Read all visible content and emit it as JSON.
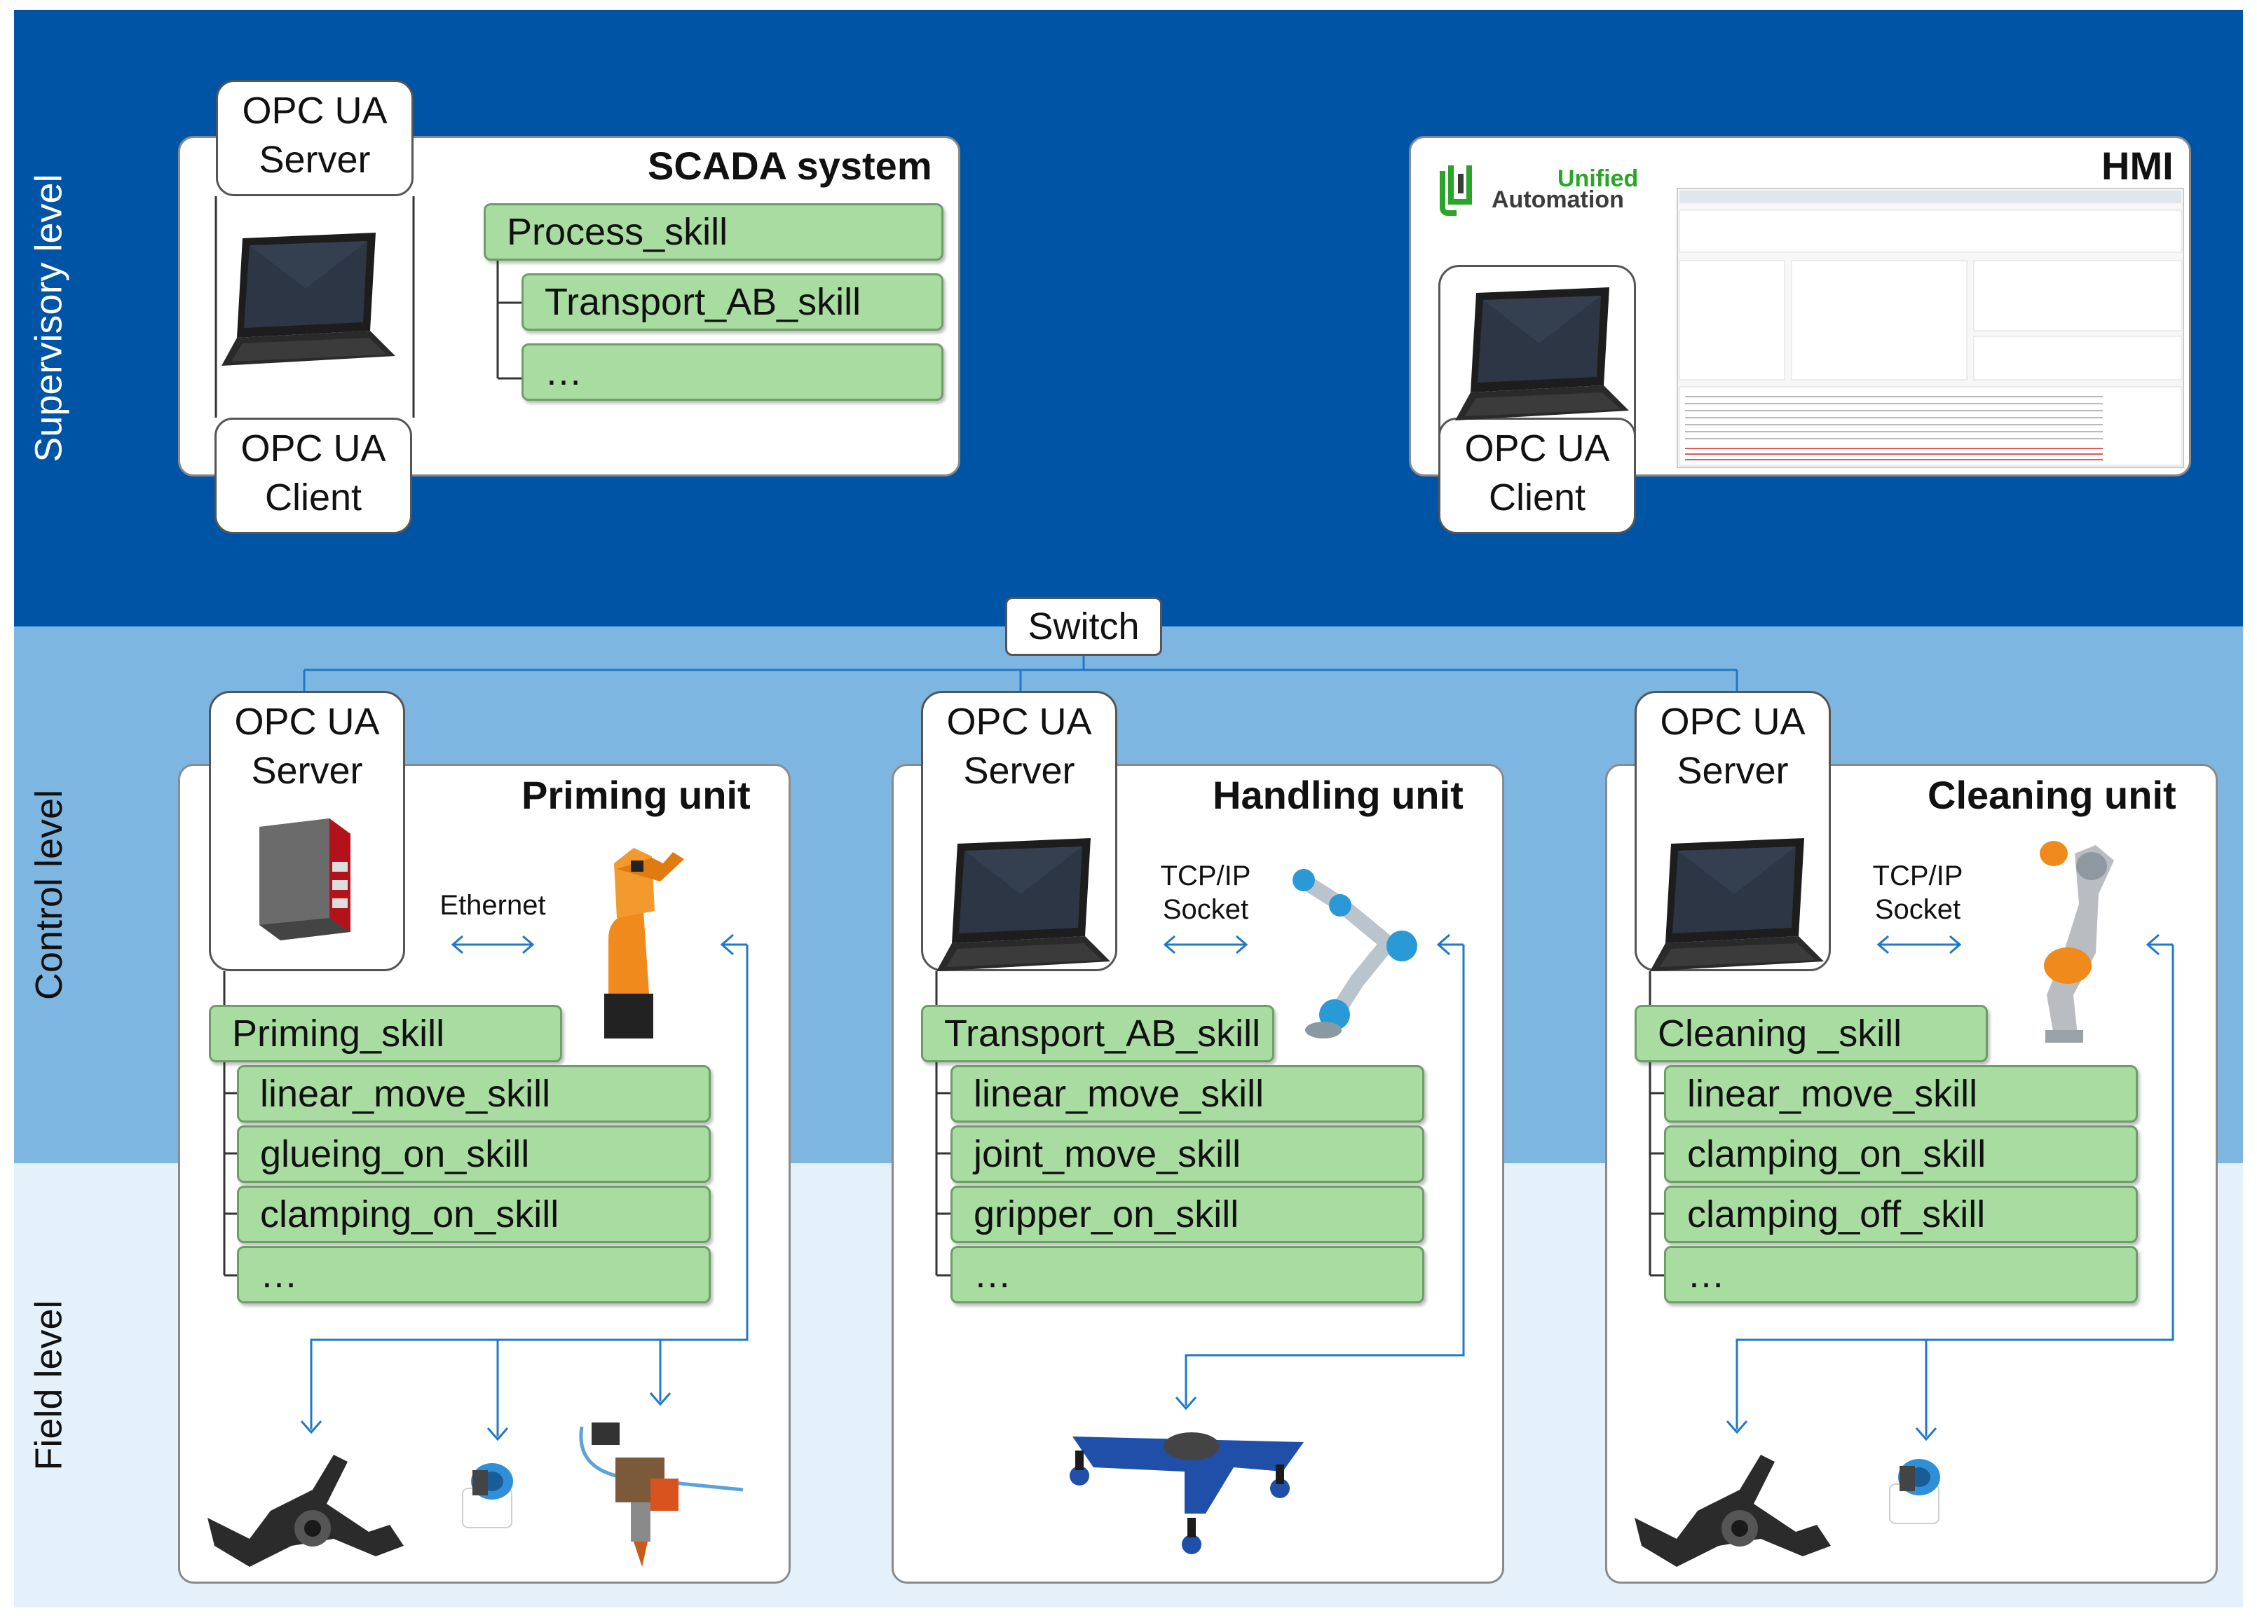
{
  "levels": {
    "supervisory": "Supervisory level",
    "control": "Control level",
    "field": "Field level"
  },
  "switch_label": "Switch",
  "scada": {
    "title": "SCADA system",
    "server_tab": [
      "OPC UA",
      "Server"
    ],
    "client_tab": [
      "OPC UA",
      "Client"
    ],
    "skills": [
      "Process_skill",
      "Transport_AB_skill",
      "…"
    ]
  },
  "hmi": {
    "title": "HMI",
    "logo_line1": "Unified",
    "logo_line2": "Automation",
    "client_tab": [
      "OPC UA",
      "Client"
    ]
  },
  "units": [
    {
      "title": "Priming unit",
      "server_tab": [
        "OPC UA",
        "Server"
      ],
      "protocol": [
        "Ethernet"
      ],
      "main_skill": "Priming_skill",
      "sub_skills": [
        "linear_move_skill",
        "glueing_on_skill",
        "clamping_on_skill",
        "…"
      ]
    },
    {
      "title": "Handling unit",
      "server_tab": [
        "OPC UA",
        "Server"
      ],
      "protocol": [
        "TCP/IP",
        "Socket"
      ],
      "main_skill": "Transport_AB_skill",
      "sub_skills": [
        "linear_move_skill",
        "joint_move_skill",
        "gripper_on_skill",
        "…"
      ]
    },
    {
      "title": "Cleaning unit",
      "server_tab": [
        "OPC UA",
        "Server"
      ],
      "protocol": [
        "TCP/IP",
        "Socket"
      ],
      "main_skill": "Cleaning _skill",
      "sub_skills": [
        "linear_move_skill",
        "clamping_on_skill",
        "clamping_off_skill",
        "…"
      ]
    }
  ],
  "colors": {
    "supervisory_band": "#0054a6",
    "control_band": "#7eb6e2",
    "field_band": "#e4f0fa",
    "skill_fill": "#a9dca0",
    "connector": "#1f78c8",
    "robot_orange": "#f08a1c"
  },
  "icons": [
    "laptop-icon",
    "industrial-pc-icon",
    "kuka-robot-icon",
    "ur-robot-icon",
    "lbr-robot-icon",
    "clamp-fixture-icon",
    "gripper-icon",
    "glue-valve-icon",
    "vacuum-gripper-icon",
    "unified-automation-logo"
  ]
}
